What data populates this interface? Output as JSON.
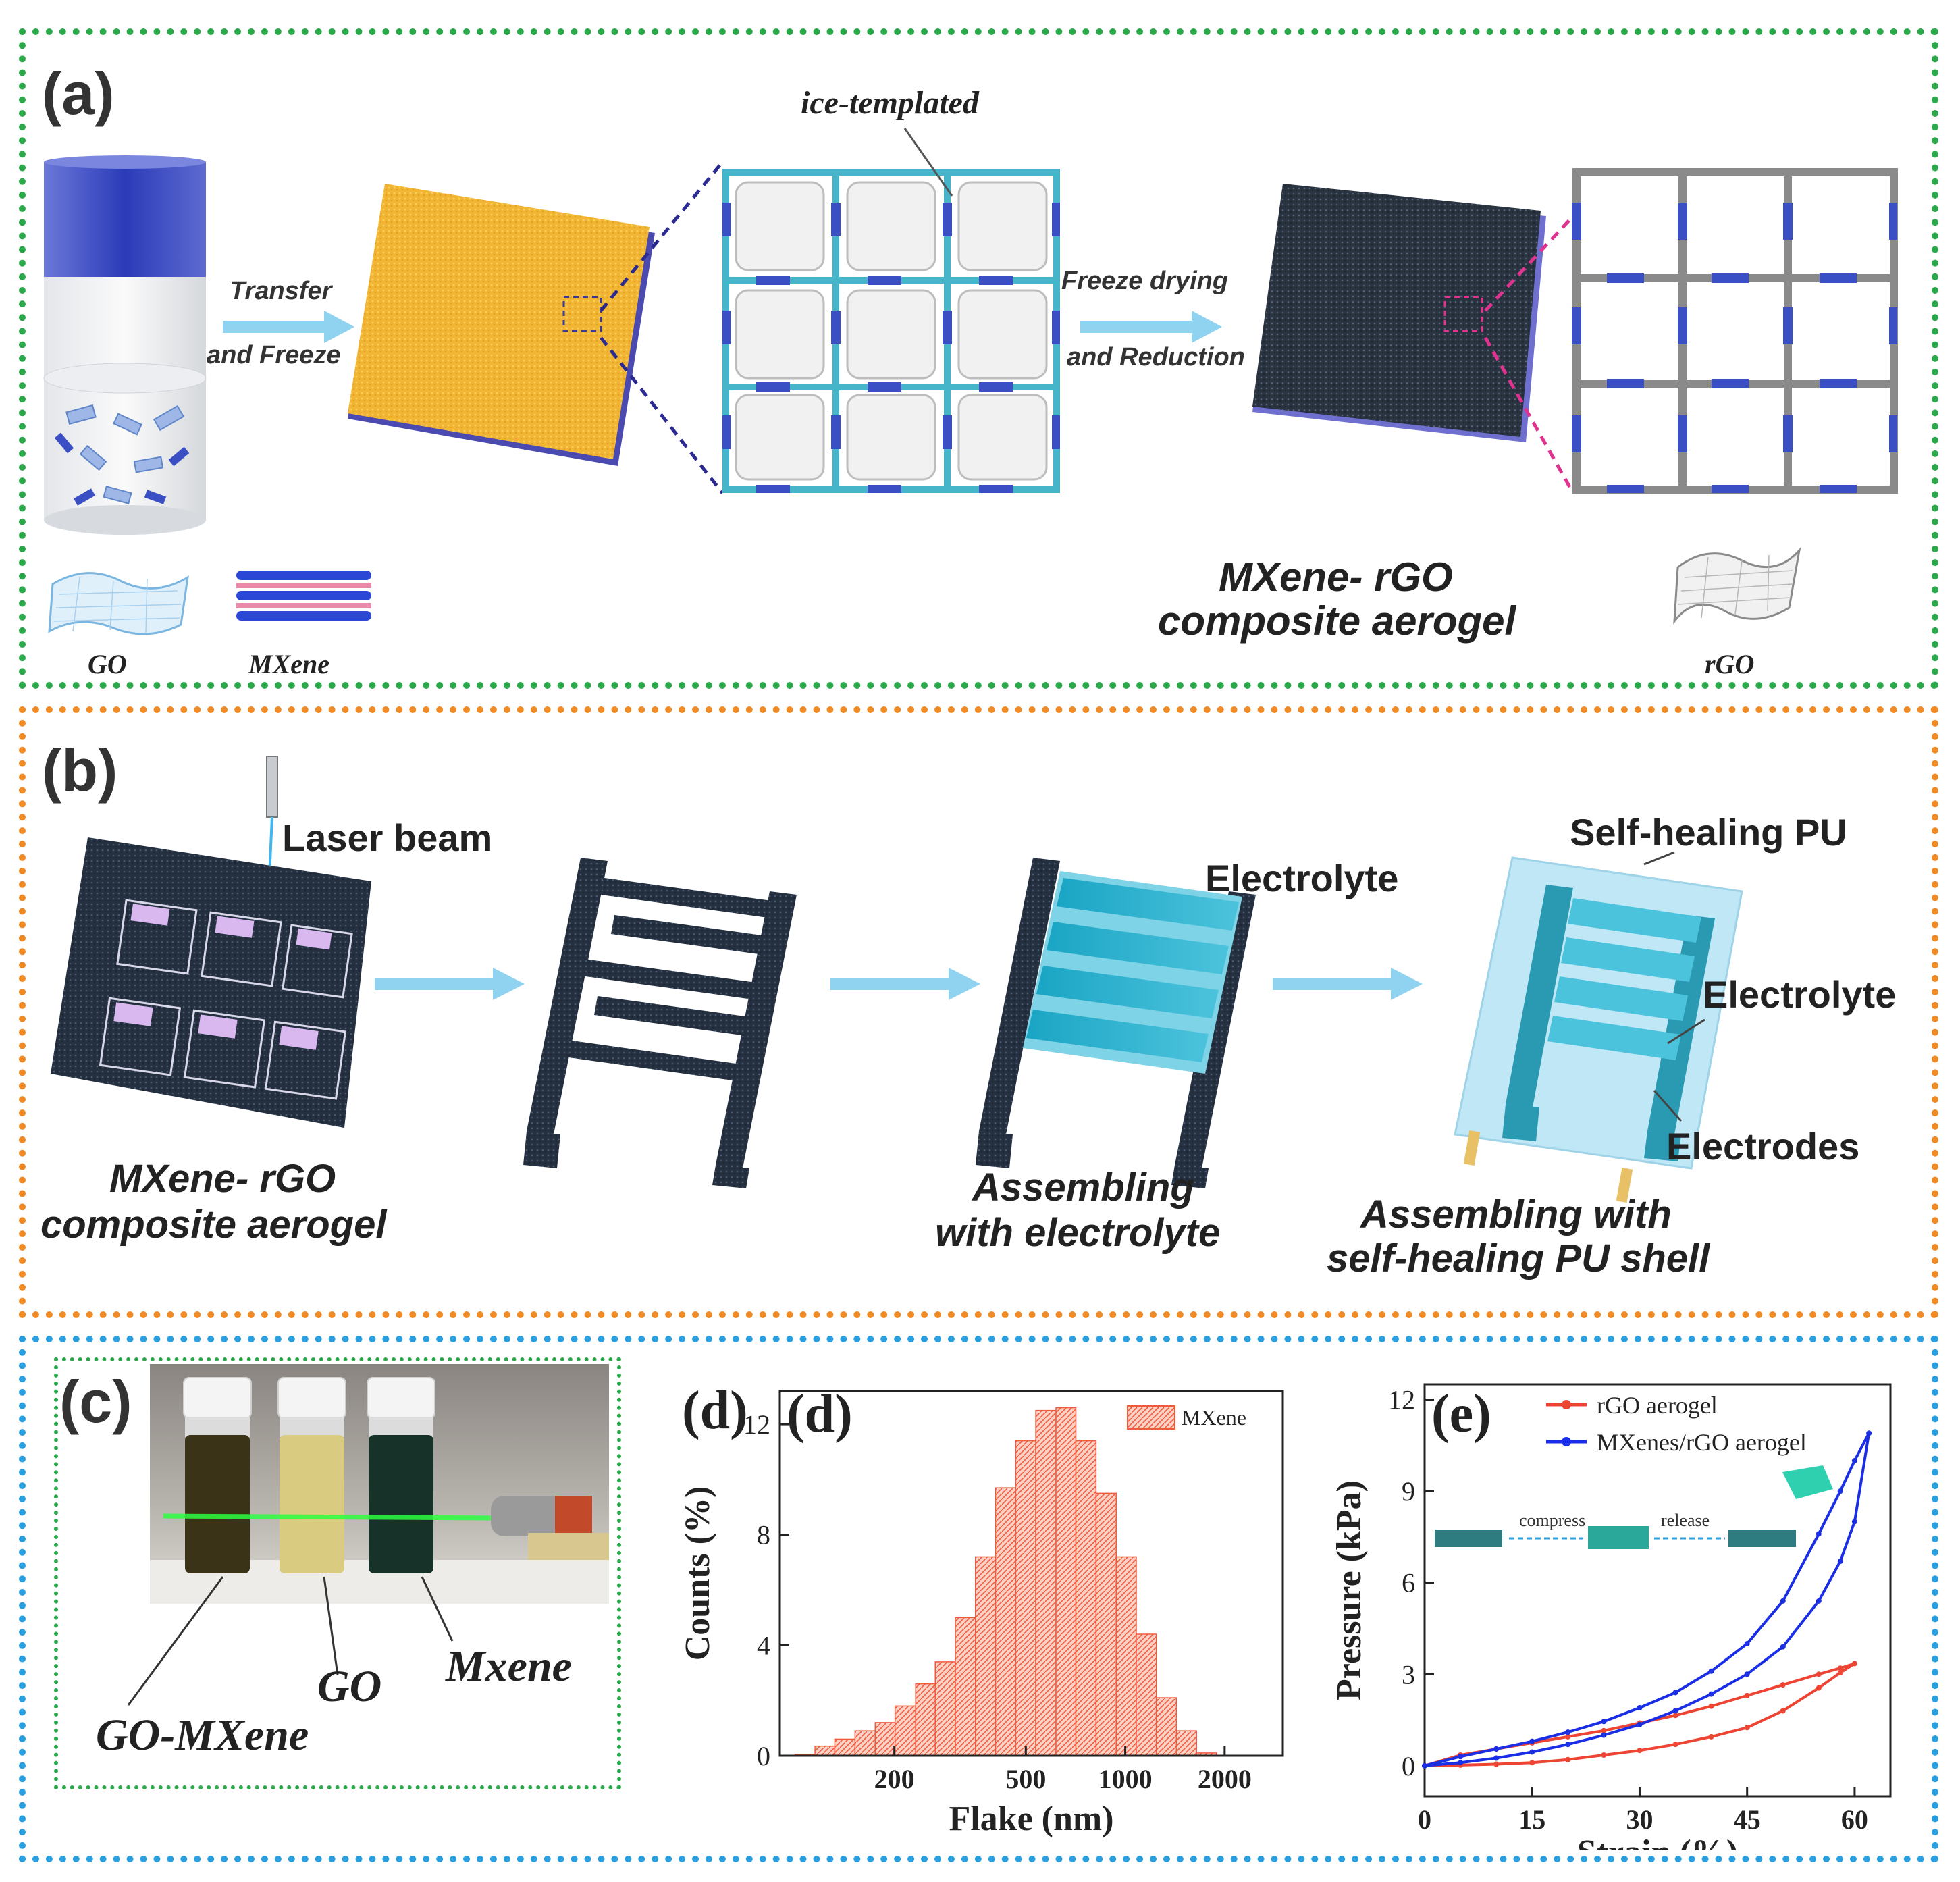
{
  "panels": {
    "a": {
      "label": "(a)",
      "ice_templated": "ice-templated",
      "arrow1_line1": "Transfer",
      "arrow1_line2": "and Freeze",
      "arrow2_line1": "Freeze drying",
      "arrow2_line2": "and Reduction",
      "composite_line1": "MXene- rGO",
      "composite_line2": "composite aerogel",
      "go": "GO",
      "mxene": "MXene",
      "rgo": "rGO"
    },
    "b": {
      "label": "(b)",
      "laser": "Laser beam",
      "electrolyte1": "Electrolyte",
      "self_healing": "Self-healing PU",
      "electrolyte2": "Electrolyte",
      "electrodes": "Electrodes",
      "composite_line1": "MXene- rGO",
      "composite_line2": "composite aerogel",
      "assembling1_line1": "Assembling",
      "assembling1_line2": "with electrolyte",
      "assembling2_line1": "Assembling  with",
      "assembling2_line2": "self-healing PU shell"
    },
    "c": {
      "label": "(c)",
      "go_mxene": "GO-MXene",
      "go": "GO",
      "mxene": "Mxene"
    },
    "d": {
      "label": "(d)"
    },
    "e": {
      "label": "(e)"
    }
  },
  "chart_data": [
    {
      "type": "bar",
      "panel": "d",
      "xlabel": "Flake (nm)",
      "ylabel": "Counts (%)",
      "x_scale": "log",
      "x_ticks": [
        200,
        500,
        1000,
        2000
      ],
      "y_ticks": [
        0,
        4,
        8,
        12
      ],
      "ylim": [
        0,
        13.2
      ],
      "legend": [
        "MXene"
      ],
      "legend_position": "top-right",
      "bin_edges": [
        100,
        115,
        132,
        152,
        175,
        201,
        232,
        266,
        306,
        352,
        405,
        466,
        536,
        617,
        709,
        816,
        939,
        1080,
        1242,
        1429,
        1644,
        1891
      ],
      "values": [
        0.05,
        0.35,
        0.6,
        0.9,
        1.2,
        1.8,
        2.6,
        3.4,
        5.0,
        7.2,
        9.7,
        11.4,
        12.5,
        12.6,
        11.4,
        9.5,
        7.2,
        4.4,
        2.1,
        0.9,
        0.1
      ]
    },
    {
      "type": "line",
      "panel": "e",
      "xlabel": "Strain (%)",
      "ylabel": "Pressure (kPa)",
      "xlim": [
        0,
        65
      ],
      "ylim": [
        -1,
        12.5
      ],
      "x_ticks": [
        0,
        15,
        30,
        45,
        60
      ],
      "y_ticks": [
        0,
        3,
        6,
        9,
        12
      ],
      "legend_position": "top-right",
      "inset_labels": [
        "compress",
        "release"
      ],
      "series": [
        {
          "name": "rGO aerogel",
          "color": "#ee4433",
          "x": [
            0,
            5,
            10,
            15,
            20,
            25,
            30,
            35,
            40,
            45,
            50,
            55,
            58,
            60,
            58,
            55,
            50,
            45,
            40,
            35,
            30,
            25,
            20,
            15,
            10,
            5,
            0
          ],
          "y": [
            0,
            0.35,
            0.55,
            0.75,
            0.95,
            1.15,
            1.4,
            1.65,
            1.95,
            2.3,
            2.65,
            3.0,
            3.2,
            3.35,
            3.05,
            2.55,
            1.8,
            1.25,
            0.95,
            0.7,
            0.5,
            0.35,
            0.2,
            0.1,
            0.05,
            0.02,
            0
          ]
        },
        {
          "name": "MXenes/rGO aerogel",
          "color": "#1a2ee6",
          "x": [
            0,
            5,
            10,
            15,
            20,
            25,
            30,
            35,
            40,
            45,
            50,
            55,
            58,
            60,
            62,
            60,
            58,
            55,
            50,
            45,
            40,
            35,
            30,
            25,
            20,
            15,
            10,
            5,
            0
          ],
          "y": [
            0,
            0.3,
            0.55,
            0.8,
            1.1,
            1.45,
            1.9,
            2.4,
            3.1,
            4.0,
            5.4,
            7.6,
            9.0,
            10.0,
            10.9,
            8.0,
            6.7,
            5.4,
            3.9,
            3.0,
            2.35,
            1.8,
            1.35,
            1.0,
            0.7,
            0.45,
            0.25,
            0.1,
            0
          ]
        }
      ]
    }
  ]
}
